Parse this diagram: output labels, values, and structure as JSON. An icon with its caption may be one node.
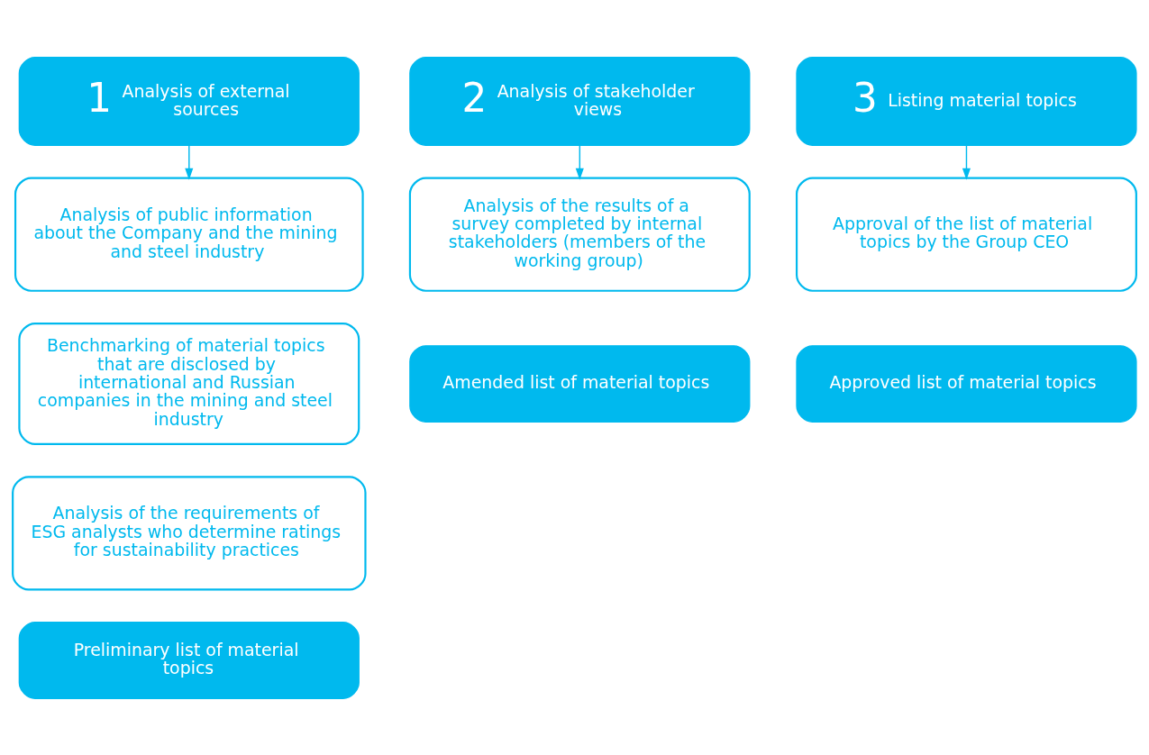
{
  "diagram": {
    "nodes": [
      {
        "text": [
          "1",
          "Analysis of external sources"
        ]
      },
      {
        "text": [
          "Analysis of public information about the Company and the mining and steel industry"
        ]
      },
      {
        "text": [
          "Benchmarking of material topics that are disclosed by international and Russian companies in the mining and steel industry"
        ]
      },
      {
        "text": [
          "Analysis of the requirements of ESG analysts who determine ratings for sustainability practices"
        ]
      },
      {
        "text": [
          "Preliminary list of material topics"
        ]
      },
      {
        "text": [
          "2",
          "Analysis of stakeholder views"
        ]
      },
      {
        "text": [
          "Analysis of the results of a survey completed by internal stakeholders (members of the working group)"
        ]
      },
      {
        "text": [
          "Amended list of material topics"
        ]
      },
      {
        "text": [
          "3",
          "Listing material topics"
        ]
      },
      {
        "text": [
          "Approval of the list of material topics by the Group CEO"
        ]
      },
      {
        "text": [
          "Approved list of material topics"
        ]
      }
    ],
    "edges": [
      {
        "from": 0,
        "to": 1,
        "arrow": "to"
      },
      {
        "from": 5,
        "to": 6,
        "arrow": "to"
      },
      {
        "from": 8,
        "to": 9,
        "arrow": "to"
      }
    ]
  }
}
